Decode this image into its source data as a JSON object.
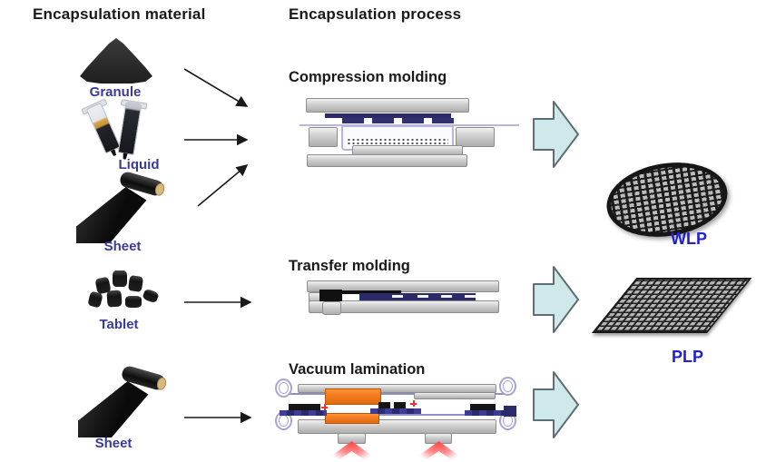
{
  "headers": {
    "material": "Encapsulation material",
    "process": "Encapsulation process"
  },
  "materials": {
    "granule": {
      "label": "Granule",
      "icon": "granule-pile-icon"
    },
    "liquid": {
      "label": "Liquid",
      "icon": "liquid-syringes-icon"
    },
    "sheet_top": {
      "label": "Sheet",
      "icon": "sheet-roll-icon"
    },
    "tablet": {
      "label": "Tablet",
      "icon": "tablet-cluster-icon"
    },
    "sheet_bottom": {
      "label": "Sheet",
      "icon": "sheet-roll-icon"
    }
  },
  "processes": {
    "compression": {
      "label": "Compression molding",
      "icon": "compression-mold-machine-icon"
    },
    "transfer": {
      "label": "Transfer molding",
      "icon": "transfer-mold-machine-icon"
    },
    "vacuum": {
      "label": "Vacuum lamination",
      "icon": "vacuum-laminator-machine-icon"
    }
  },
  "outputs": {
    "wlp": {
      "label": "WLP",
      "icon": "wafer-icon"
    },
    "plp": {
      "label": "PLP",
      "icon": "panel-icon"
    }
  },
  "colors": {
    "header_text": "#1a1a1a",
    "material_label": "#3a3a99",
    "output_label": "#2020cc",
    "block_arrow_fill": "#cfe9eb",
    "block_arrow_stroke": "#5f6e72",
    "chip_navy": "#2b2b6b",
    "heater_orange": "#f47b20",
    "roller_lavender": "#a9a4d8",
    "film_lavender": "#b9b5e2",
    "heat_glow_red": "#ff4040"
  }
}
